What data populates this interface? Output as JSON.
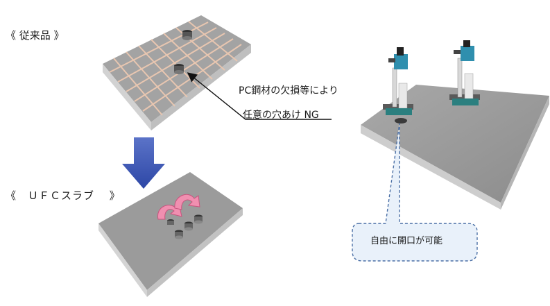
{
  "labels": {
    "conventional": "《 従来品 》",
    "ufc_slab": "《　ＵＦＣスラブ　 》",
    "pc_damage_line1": "PC鋼材の欠損等により",
    "pc_damage_line2": "任意の穴あけ NG",
    "free_opening": "自由に開口が可能"
  },
  "colors": {
    "slab_top": "#9a9a9a",
    "slab_side": "#cfcfcf",
    "grid_line": "#e8c6b0",
    "arrow_blue": "#3a55b5",
    "curl_pink": "#f08fb0",
    "callout_fill": "#e9f1fa",
    "callout_border": "#4a6fa5"
  },
  "icons": {
    "down_arrow": "down-arrow-icon",
    "curl": "rotate-arrow-icon",
    "drill": "core-drill-icon"
  }
}
